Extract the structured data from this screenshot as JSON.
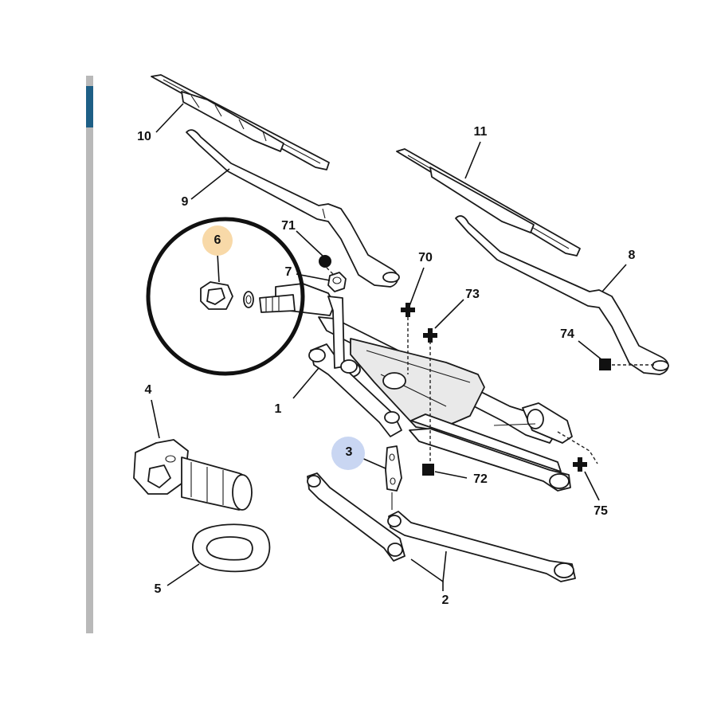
{
  "parts": [
    {
      "id": "p1",
      "label": "1"
    },
    {
      "id": "p2",
      "label": "2"
    },
    {
      "id": "p3",
      "label": "3",
      "highlight": "#c9d6f2"
    },
    {
      "id": "p4",
      "label": "4"
    },
    {
      "id": "p5",
      "label": "5"
    },
    {
      "id": "p6",
      "label": "6",
      "highlight": "#f8d9a8"
    },
    {
      "id": "p7",
      "label": "7"
    },
    {
      "id": "p8",
      "label": "8"
    },
    {
      "id": "p9",
      "label": "9"
    },
    {
      "id": "p10",
      "label": "10"
    },
    {
      "id": "p11",
      "label": "11"
    },
    {
      "id": "p70",
      "label": "70"
    },
    {
      "id": "p71",
      "label": "71"
    },
    {
      "id": "p72",
      "label": "72"
    },
    {
      "id": "p73",
      "label": "73"
    },
    {
      "id": "p74",
      "label": "74"
    },
    {
      "id": "p75",
      "label": "75"
    }
  ],
  "colors": {
    "frame_bar": "#b9b9b9",
    "frame_accent": "#1e5f86",
    "callout_circle": "#111111"
  },
  "symbols": {
    "p70": "plus-marker",
    "p73": "plus-marker",
    "p75": "plus-marker",
    "p71": "circle-marker",
    "p72": "square-marker",
    "p74": "square-marker"
  }
}
